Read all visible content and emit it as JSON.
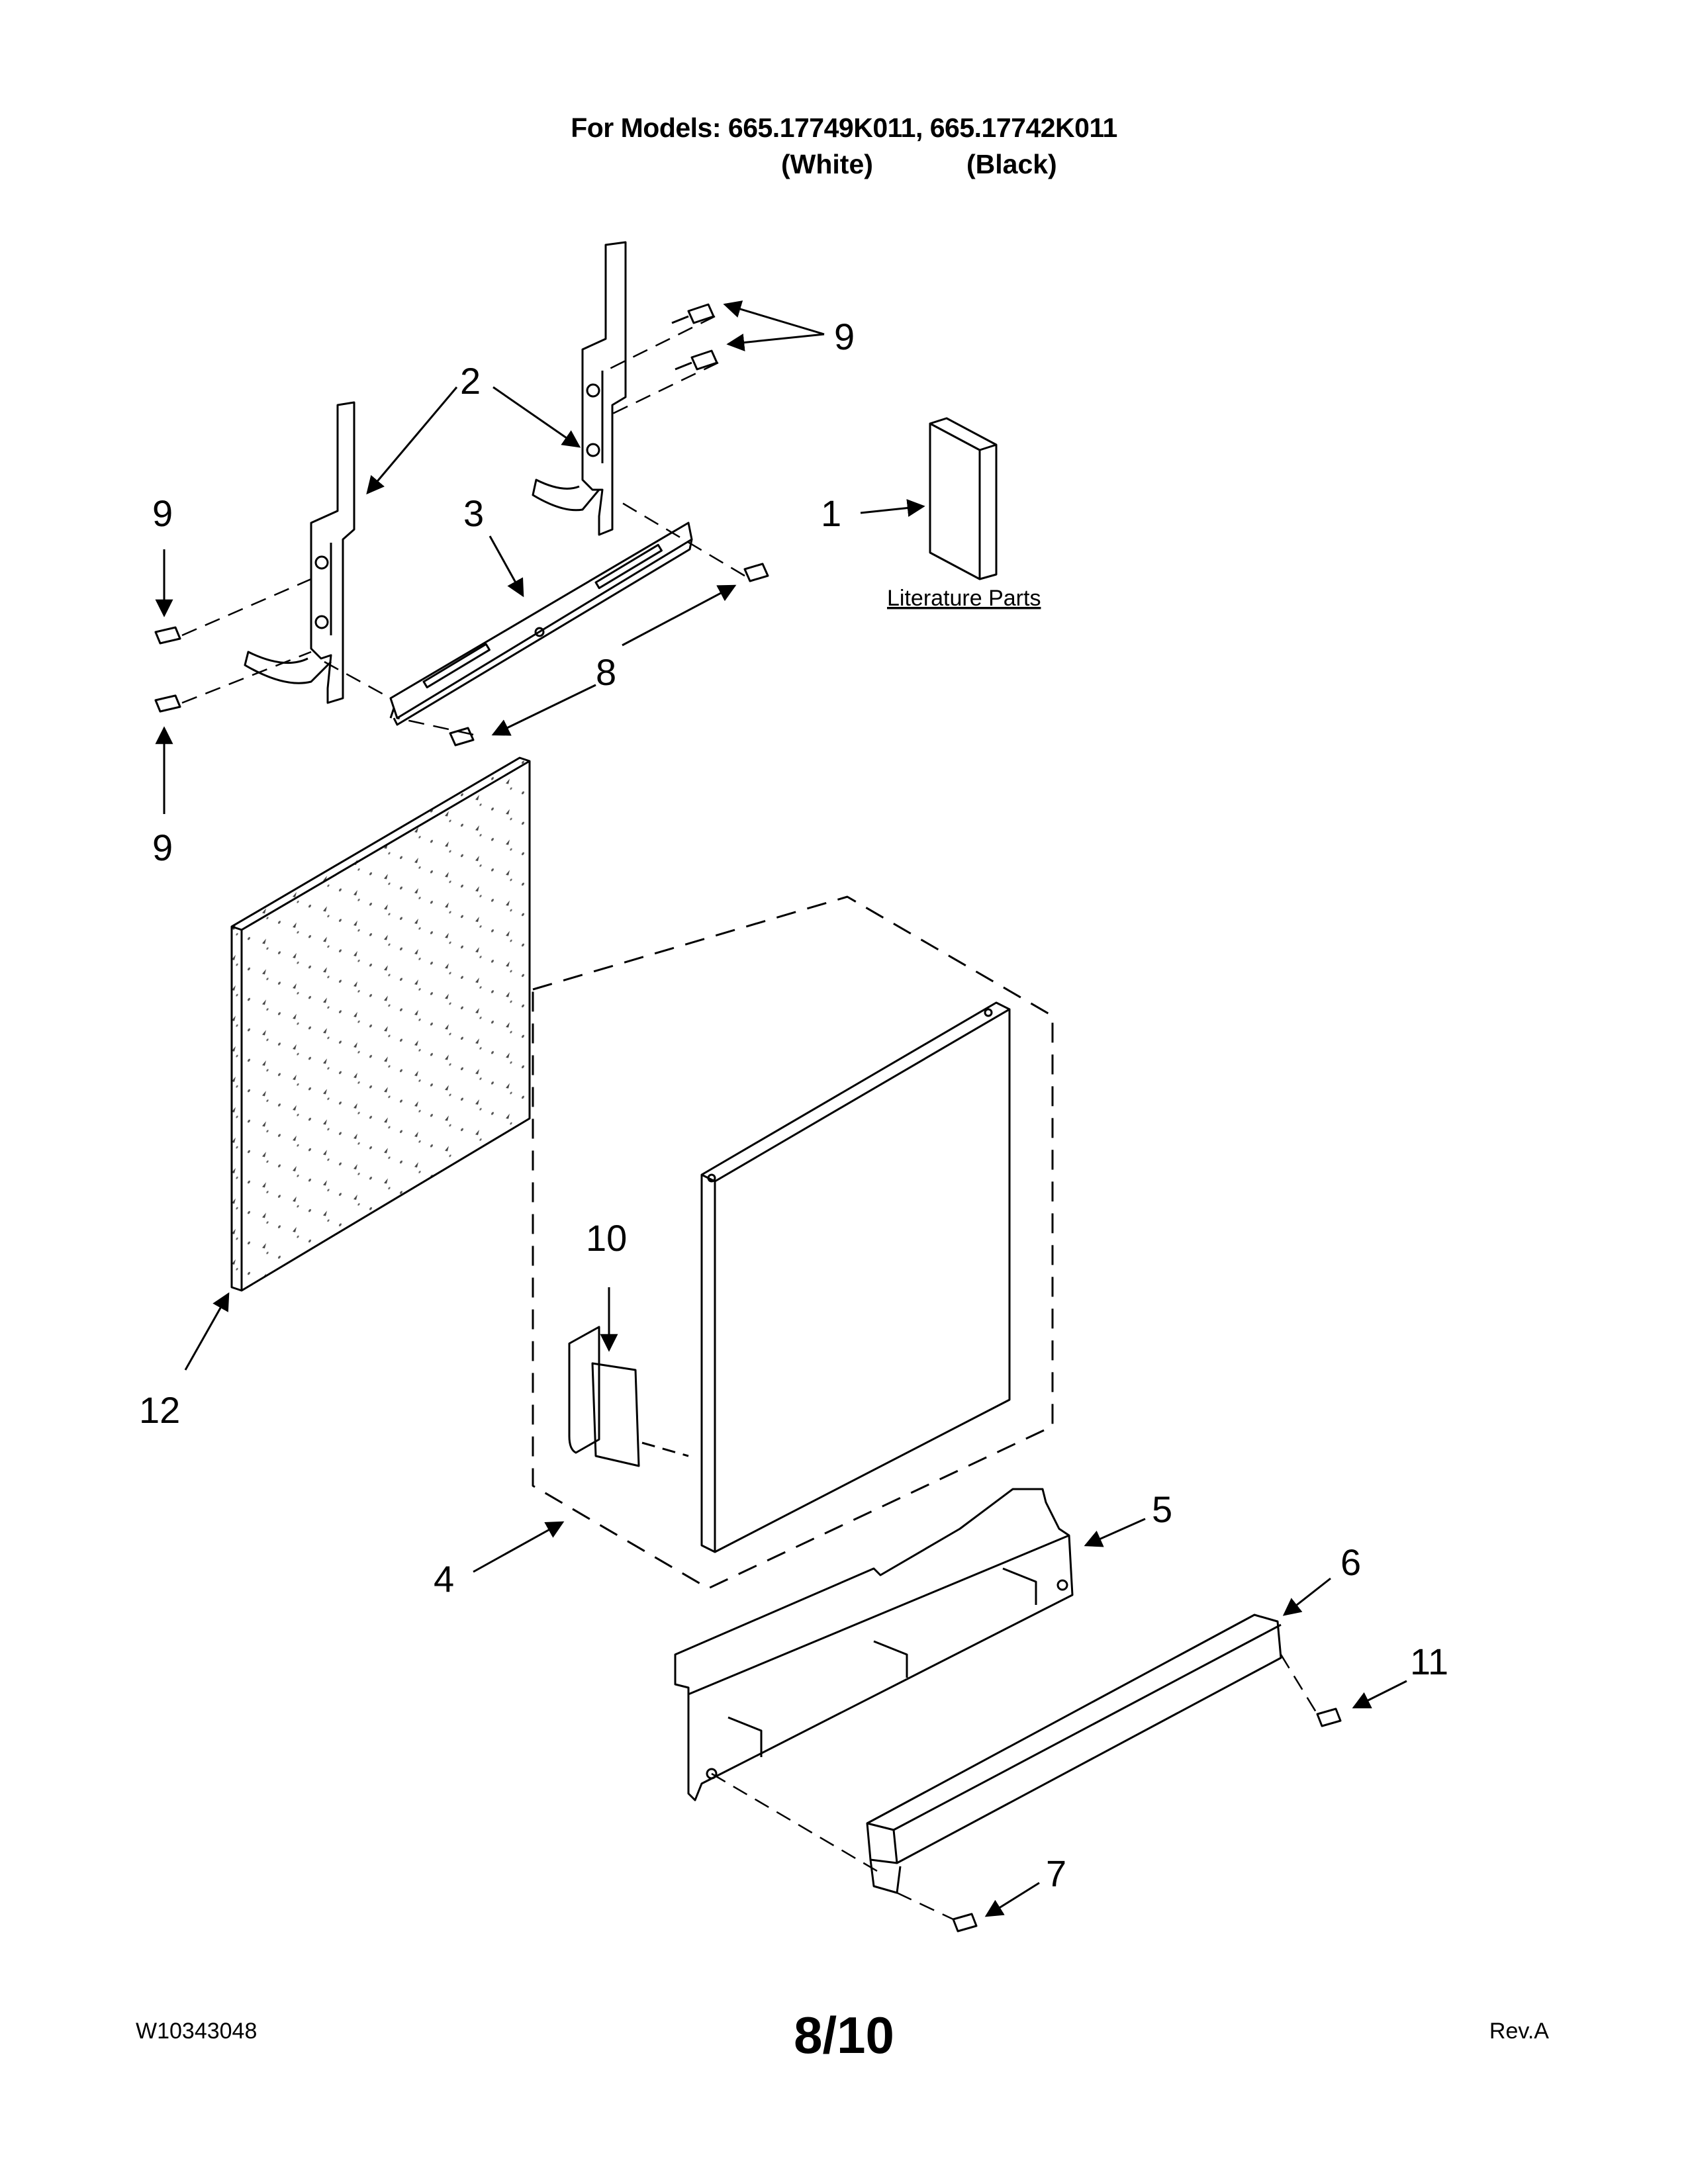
{
  "header": {
    "models_line": "For Models: 665.17749K011, 665.17742K011",
    "variant_white": "(White)",
    "variant_black": "(Black)"
  },
  "diagram": {
    "literature_label": "Literature Parts",
    "callouts": {
      "c1": "1",
      "c2": "2",
      "c3": "3",
      "c4": "4",
      "c5": "5",
      "c6": "6",
      "c7": "7",
      "c8": "8",
      "c9_top_right": "9",
      "c9_left_upper": "9",
      "c9_left_lower": "9",
      "c10": "10",
      "c11": "11",
      "c12": "12"
    }
  },
  "footer": {
    "doc_number": "W10343048",
    "page": "8/10",
    "revision": "Rev.A"
  }
}
